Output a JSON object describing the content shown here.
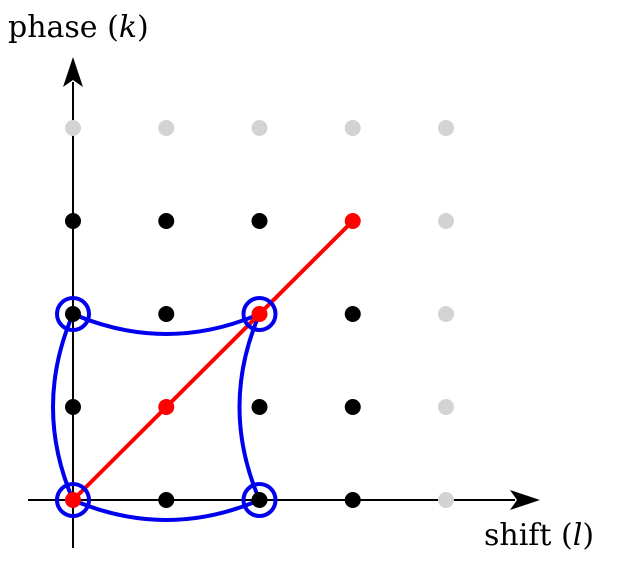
{
  "axes": {
    "x_label": {
      "text": "shift (",
      "var": "l",
      "close": ")"
    },
    "y_label": {
      "text": "phase (",
      "var": "k",
      "close": ")"
    }
  },
  "grid": {
    "l_values": [
      0,
      1,
      2,
      3,
      4
    ],
    "k_values": [
      0,
      1,
      2,
      3,
      4
    ],
    "points": [
      {
        "l": 0,
        "k": 0,
        "color": "#ff0000"
      },
      {
        "l": 1,
        "k": 0,
        "color": "#000000"
      },
      {
        "l": 2,
        "k": 0,
        "color": "#000000"
      },
      {
        "l": 3,
        "k": 0,
        "color": "#000000"
      },
      {
        "l": 4,
        "k": 0,
        "color": "#d3d3d3"
      },
      {
        "l": 0,
        "k": 1,
        "color": "#000000"
      },
      {
        "l": 1,
        "k": 1,
        "color": "#ff0000"
      },
      {
        "l": 2,
        "k": 1,
        "color": "#000000"
      },
      {
        "l": 3,
        "k": 1,
        "color": "#000000"
      },
      {
        "l": 4,
        "k": 1,
        "color": "#d3d3d3"
      },
      {
        "l": 0,
        "k": 2,
        "color": "#000000"
      },
      {
        "l": 1,
        "k": 2,
        "color": "#000000"
      },
      {
        "l": 2,
        "k": 2,
        "color": "#ff0000"
      },
      {
        "l": 3,
        "k": 2,
        "color": "#000000"
      },
      {
        "l": 4,
        "k": 2,
        "color": "#d3d3d3"
      },
      {
        "l": 0,
        "k": 3,
        "color": "#000000"
      },
      {
        "l": 1,
        "k": 3,
        "color": "#000000"
      },
      {
        "l": 2,
        "k": 3,
        "color": "#000000"
      },
      {
        "l": 3,
        "k": 3,
        "color": "#ff0000"
      },
      {
        "l": 4,
        "k": 3,
        "color": "#d3d3d3"
      },
      {
        "l": 0,
        "k": 4,
        "color": "#d3d3d3"
      },
      {
        "l": 1,
        "k": 4,
        "color": "#d3d3d3"
      },
      {
        "l": 2,
        "k": 4,
        "color": "#d3d3d3"
      },
      {
        "l": 3,
        "k": 4,
        "color": "#d3d3d3"
      },
      {
        "l": 4,
        "k": 4,
        "color": "#d3d3d3"
      }
    ]
  },
  "diagonal_line": {
    "from": {
      "l": 0,
      "k": 0
    },
    "to": {
      "l": 3,
      "k": 3
    },
    "color": "#ff0000"
  },
  "circled_points": [
    {
      "l": 0,
      "k": 0
    },
    {
      "l": 2,
      "k": 0
    },
    {
      "l": 0,
      "k": 2
    },
    {
      "l": 2,
      "k": 2
    }
  ],
  "connections": [
    {
      "from": {
        "l": 0,
        "k": 0
      },
      "to": {
        "l": 2,
        "k": 0
      }
    },
    {
      "from": {
        "l": 0,
        "k": 2
      },
      "to": {
        "l": 2,
        "k": 2
      }
    },
    {
      "from": {
        "l": 0,
        "k": 0
      },
      "to": {
        "l": 0,
        "k": 2
      }
    },
    {
      "from": {
        "l": 2,
        "k": 0
      },
      "to": {
        "l": 2,
        "k": 2
      }
    }
  ],
  "colors": {
    "axis": "#000000",
    "highlight": "#0000ee",
    "diagonal": "#ff0000"
  }
}
